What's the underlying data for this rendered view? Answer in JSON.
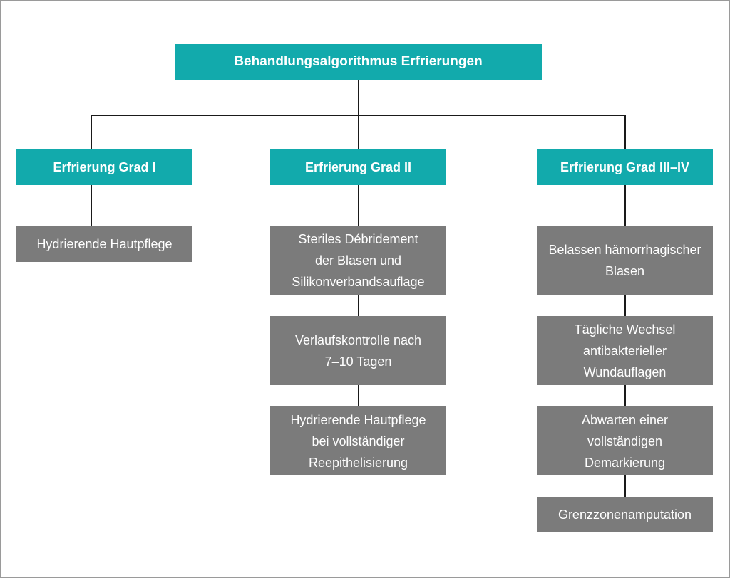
{
  "title": "Behandlungsalgorithmus Erfrierungen",
  "grades": [
    {
      "label": "Erfrierung Grad I",
      "steps": [
        "Hydrierende Hautpflege"
      ]
    },
    {
      "label": "Erfrierung Grad II",
      "steps": [
        "Steriles Débridement\nder Blasen und\nSilikonverbandsauflage",
        "Verlaufskontrolle nach\n7–10 Tagen",
        "Hydrierende Hautpflege\nbei vollständiger\nReepithelisierung"
      ]
    },
    {
      "label": "Erfrierung Grad III–IV",
      "steps": [
        "Belassen hämorrhagischer\nBlasen",
        "Tägliche Wechsel\nantibakterieller\nWundauflagen",
        "Abwarten einer\nvollständigen\nDemarkierung",
        "Grenzzonenamputation"
      ]
    }
  ],
  "colors": {
    "header": "#12aaac",
    "step": "#7b7b7b",
    "connector": "#1a1a1a"
  }
}
